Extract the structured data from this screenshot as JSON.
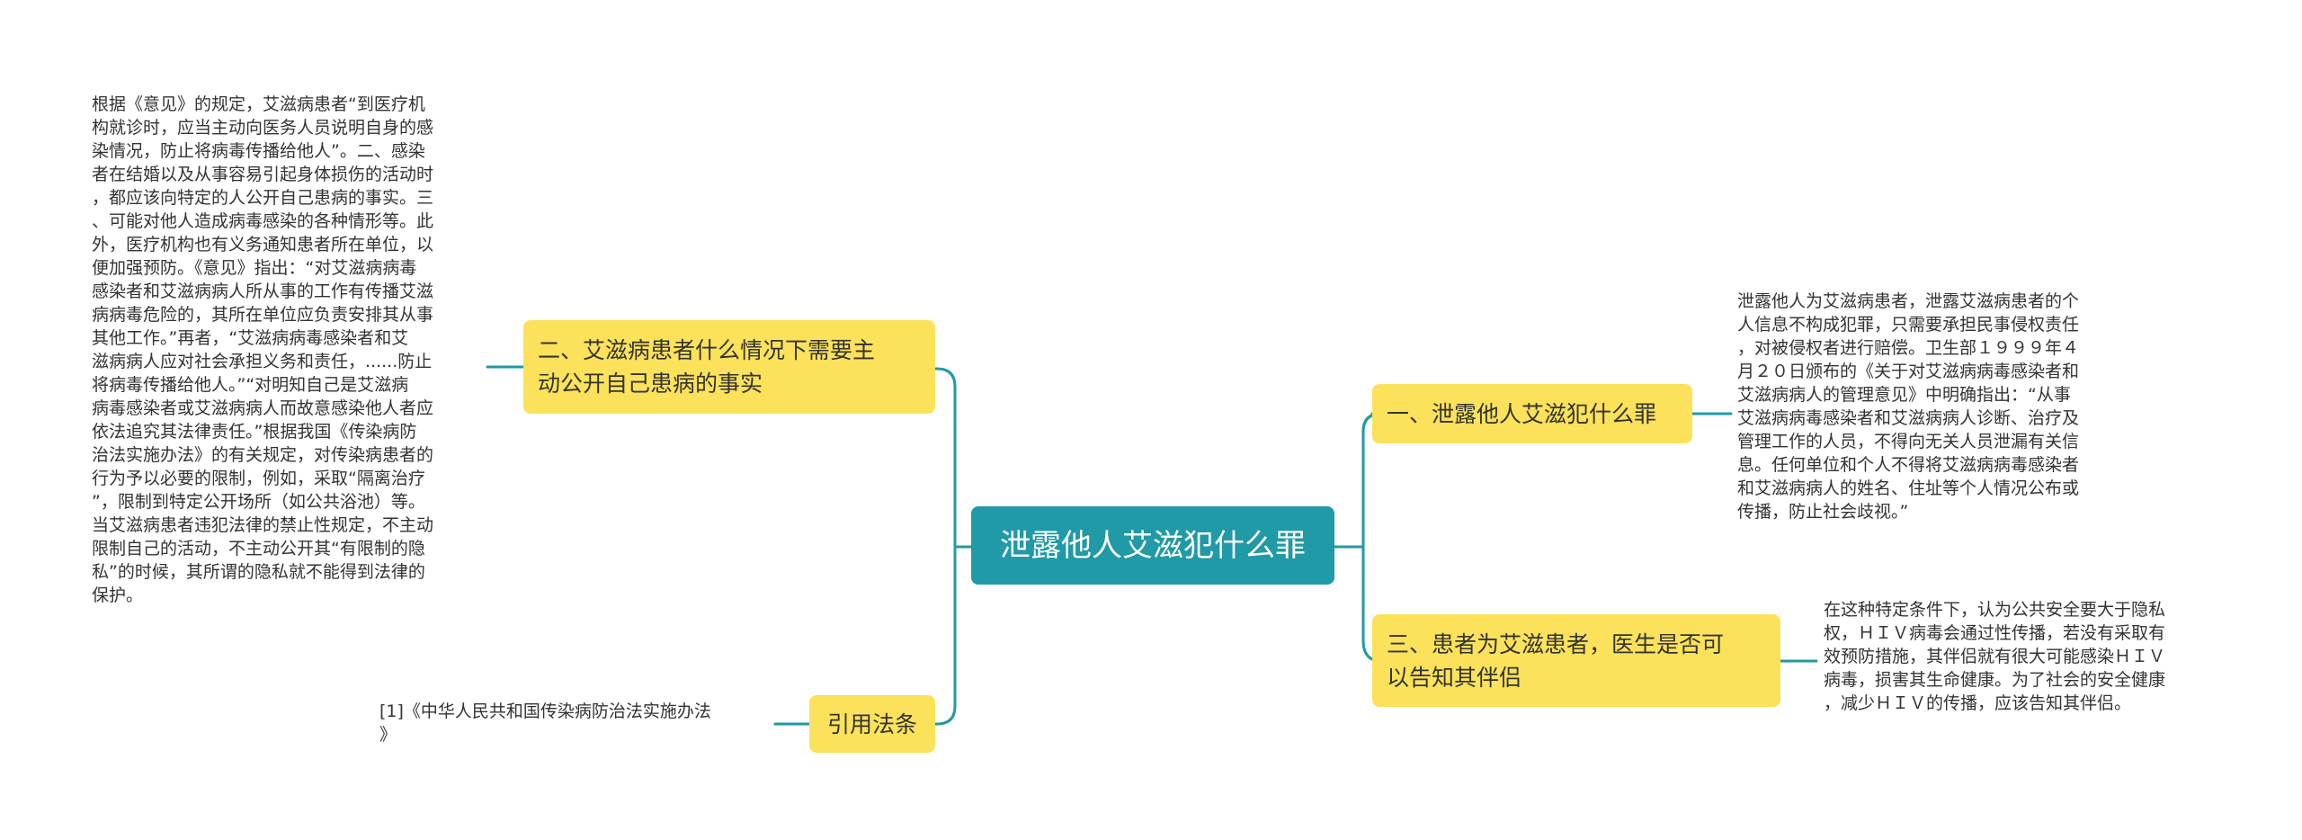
{
  "root": {
    "label": "泄露他人艾滋犯什么罪"
  },
  "branches": [
    {
      "label": "一、泄露他人艾滋犯什么罪"
    },
    {
      "label": "三、患者为艾滋患者，医生是否可\n以告知其伴侣"
    },
    {
      "label": "二、艾滋病患者什么情况下需要主\n动公开自己患病的事实"
    },
    {
      "label": "引用法条"
    }
  ],
  "leaves": [
    {
      "text": "泄露他人为艾滋病患者，泄露艾滋病患者的个\n人信息不构成犯罪，只需要承担民事侵权责任\n，对被侵权者进行赔偿。卫生部１９９９年４\n月２０日颁布的《关于对艾滋病病毒感染者和\n艾滋病病人的管理意见》中明确指出：“从事\n艾滋病病毒感染者和艾滋病病人诊断、治疗及\n管理工作的人员，不得向无关人员泄漏有关信\n息。任何单位和个人不得将艾滋病病毒感染者\n和艾滋病病人的姓名、住址等个人情况公布或\n传播，防止社会歧视。”"
    },
    {
      "text": "在这种特定条件下，认为公共安全要大于隐私\n权，ＨＩＶ病毒会通过性传播，若没有采取有\n效预防措施，其伴侣就有很大可能感染ＨＩＶ\n病毒，损害其生命健康。为了社会的安全健康\n，减少ＨＩＶ的传播，应该告知其伴侣。"
    },
    {
      "text": "根据《意见》的规定，艾滋病患者“到医疗机\n构就诊时，应当主动向医务人员说明自身的感\n染情况，防止将病毒传播给他人”。二、感染\n者在结婚以及从事容易引起身体损伤的活动时\n，都应该向特定的人公开自己患病的事实。三\n、可能对他人造成病毒感染的各种情形等。此\n外，医疗机构也有义务通知患者所在单位，以\n便加强预防。《意见》指出：“对艾滋病病毒\n感染者和艾滋病病人所从事的工作有传播艾滋\n病病毒危险的，其所在单位应负责安排其从事\n其他工作。”再者，“艾滋病病毒感染者和艾\n滋病病人应对社会承担义务和责任，......防止\n将病毒传播给他人。”“对明知自己是艾滋病\n病毒感染者或艾滋病病人而故意感染他人者应\n依法追究其法律责任。”根据我国《传染病防\n治法实施办法》的有关规定，对传染病患者的\n行为予以必要的限制，例如，采取“隔离治疗\n”，限制到特定公开场所（如公共浴池）等。\n当艾滋病患者违犯法律的禁止性规定，不主动\n限制自己的活动，不主动公开其“有限制的隐\n私”的时候，其所谓的隐私就不能得到法律的\n保护。"
    },
    {
      "text": "[1]《中华人民共和国传染病防治法实施办法\n》"
    }
  ],
  "colors": {
    "root_fill": "#1f9aa6",
    "branch_fill": "#fbe25a",
    "connector": "#1f9aa6",
    "text": "#333333"
  }
}
